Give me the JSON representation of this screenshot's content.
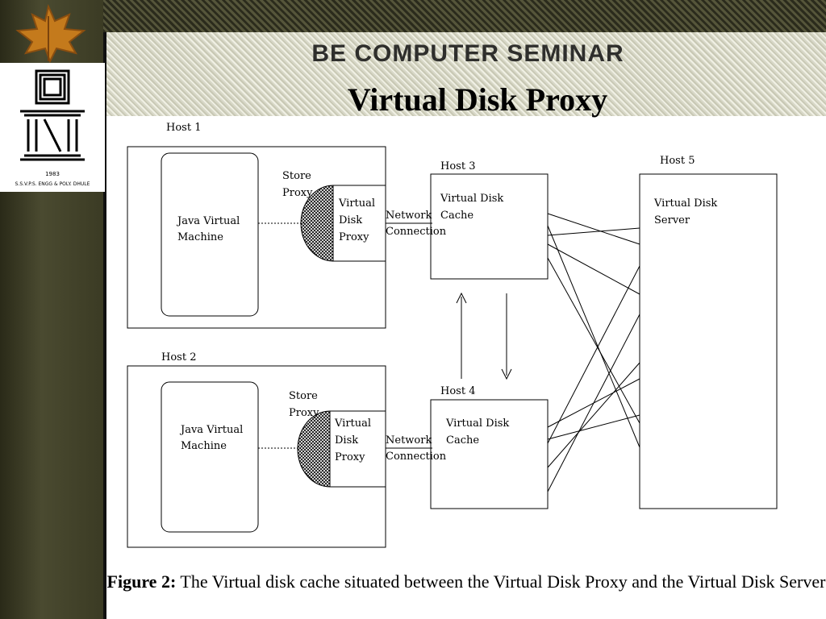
{
  "slide": {
    "header": "BE COMPUTER SEMINAR",
    "title": "Virtual Disk Proxy"
  },
  "logo": {
    "year": "1983",
    "institution": "S.S.V.P.S. ENGG & POLY. DHULE"
  },
  "diagram": {
    "hosts": [
      {
        "label": "Host 1",
        "jvm": [
          "Java Virtual",
          "Machine"
        ],
        "store": [
          "Store",
          "Proxy"
        ],
        "vdp": [
          "Virtual",
          "Disk",
          "Proxy"
        ],
        "net": [
          "Network",
          "Connection"
        ]
      },
      {
        "label": "Host 2",
        "jvm": [
          "Java Virtual",
          "Machine"
        ],
        "store": [
          "Store",
          "Proxy"
        ],
        "vdp": [
          "Virtual",
          "Disk",
          "Proxy"
        ],
        "net": [
          "Network",
          "Connection"
        ]
      }
    ],
    "cache_hosts": [
      {
        "label": "Host 3",
        "text": [
          "Virtual Disk",
          "Cache"
        ]
      },
      {
        "label": "Host 4",
        "text": [
          "Virtual Disk",
          "Cache"
        ]
      }
    ],
    "server": {
      "label": "Host 5",
      "text": [
        "Virtual Disk",
        "Server"
      ]
    }
  },
  "caption": {
    "figure": "Figure 2:",
    "text": " The Virtual disk cache situated between the Virtual Disk Proxy and the Virtual Disk Server"
  }
}
